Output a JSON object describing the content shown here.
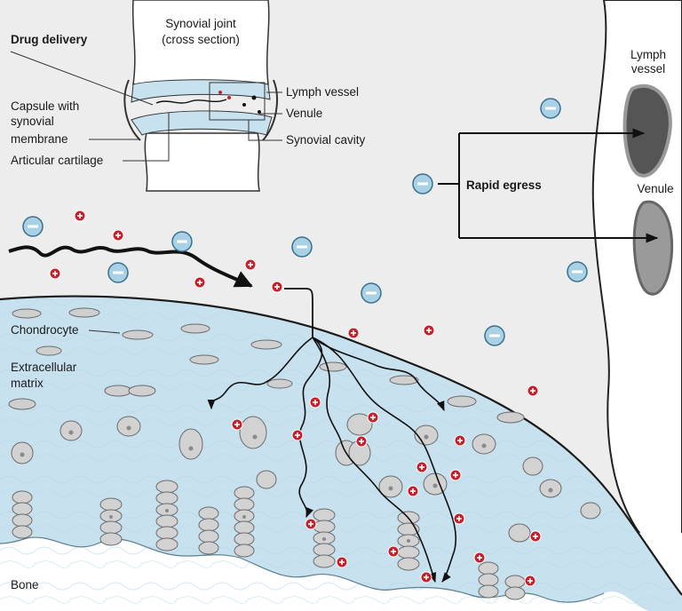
{
  "inset": {
    "title_line1": "Synovial joint",
    "title_line2": "(cross section)",
    "drug_delivery": "Drug delivery",
    "capsule_line1": "Capsule with",
    "capsule_line2": "synovial",
    "capsule_line3": "membrane",
    "articular_cartilage": "Articular cartilage",
    "lymph_vessel": "Lymph vessel",
    "venule": "Venule",
    "synovial_cavity": "Synovial cavity"
  },
  "main": {
    "rapid_egress": "Rapid egress",
    "lymph_line1": "Lymph",
    "lymph_line2": "vessel",
    "venule": "Venule",
    "chondrocyte": "Chondrocyte",
    "ecm_line1": "Extracellular",
    "ecm_line2": "matrix",
    "bone": "Bone"
  },
  "colors": {
    "synovial_fluid": "#ededed",
    "cartilage": "#c7e1ee",
    "cell_fill": "#cfcfcf",
    "positive_charge": "#c8202b",
    "negative_charge": "#a9d1e6",
    "lymph_vessel": "#555555",
    "venule": "#9a9a9a"
  }
}
